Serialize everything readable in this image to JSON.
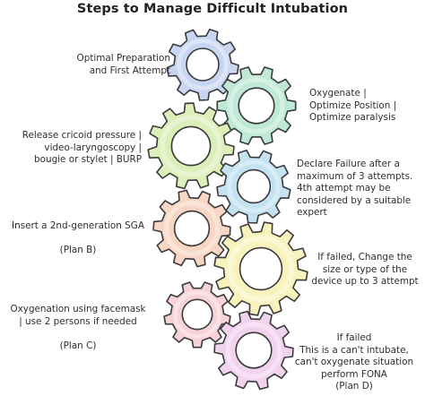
{
  "title": "Steps to Manage Difficult Intubation",
  "steps": [
    {
      "id": "step-optimal-preparation",
      "text": "Optimal Preparation\nand First Attempt",
      "color": "#c9d6f2"
    },
    {
      "id": "step-oxygenate",
      "text": "Oxygenate |\nOptimize Position |\nOptimize paralysis",
      "color": "#bfe8d6"
    },
    {
      "id": "step-release-cricoid",
      "text": "Release cricoid pressure |\nvideo-laryngoscopy |\nbougie or stylet | BURP",
      "color": "#dcefb9"
    },
    {
      "id": "step-declare-failure",
      "text": "Declare Failure after a\nmaximum of 3 attempts.\n4th attempt may be\nconsidered by a suitable\nexpert",
      "color": "#c4e2f2"
    },
    {
      "id": "step-2nd-gen-sga",
      "text": "Insert a 2nd-generation SGA\n\n(Plan B)",
      "color": "#f7d6c3"
    },
    {
      "id": "step-change-device",
      "text": "If failed, Change the\nsize or type of the\ndevice up to 3 attempt",
      "color": "#f8f3bd"
    },
    {
      "id": "step-facemask",
      "text": "Oxygenation using facemask\n| use 2 persons if needed\n\n(Plan C)",
      "color": "#f7d3d8"
    },
    {
      "id": "step-fona",
      "text": "If failed\nThis is a can't intubate,\ncan't oxygenate situation\nperform FONA\n(Plan D)",
      "color": "#f1d3ee"
    }
  ],
  "stroke_color": "#3a3a3a"
}
